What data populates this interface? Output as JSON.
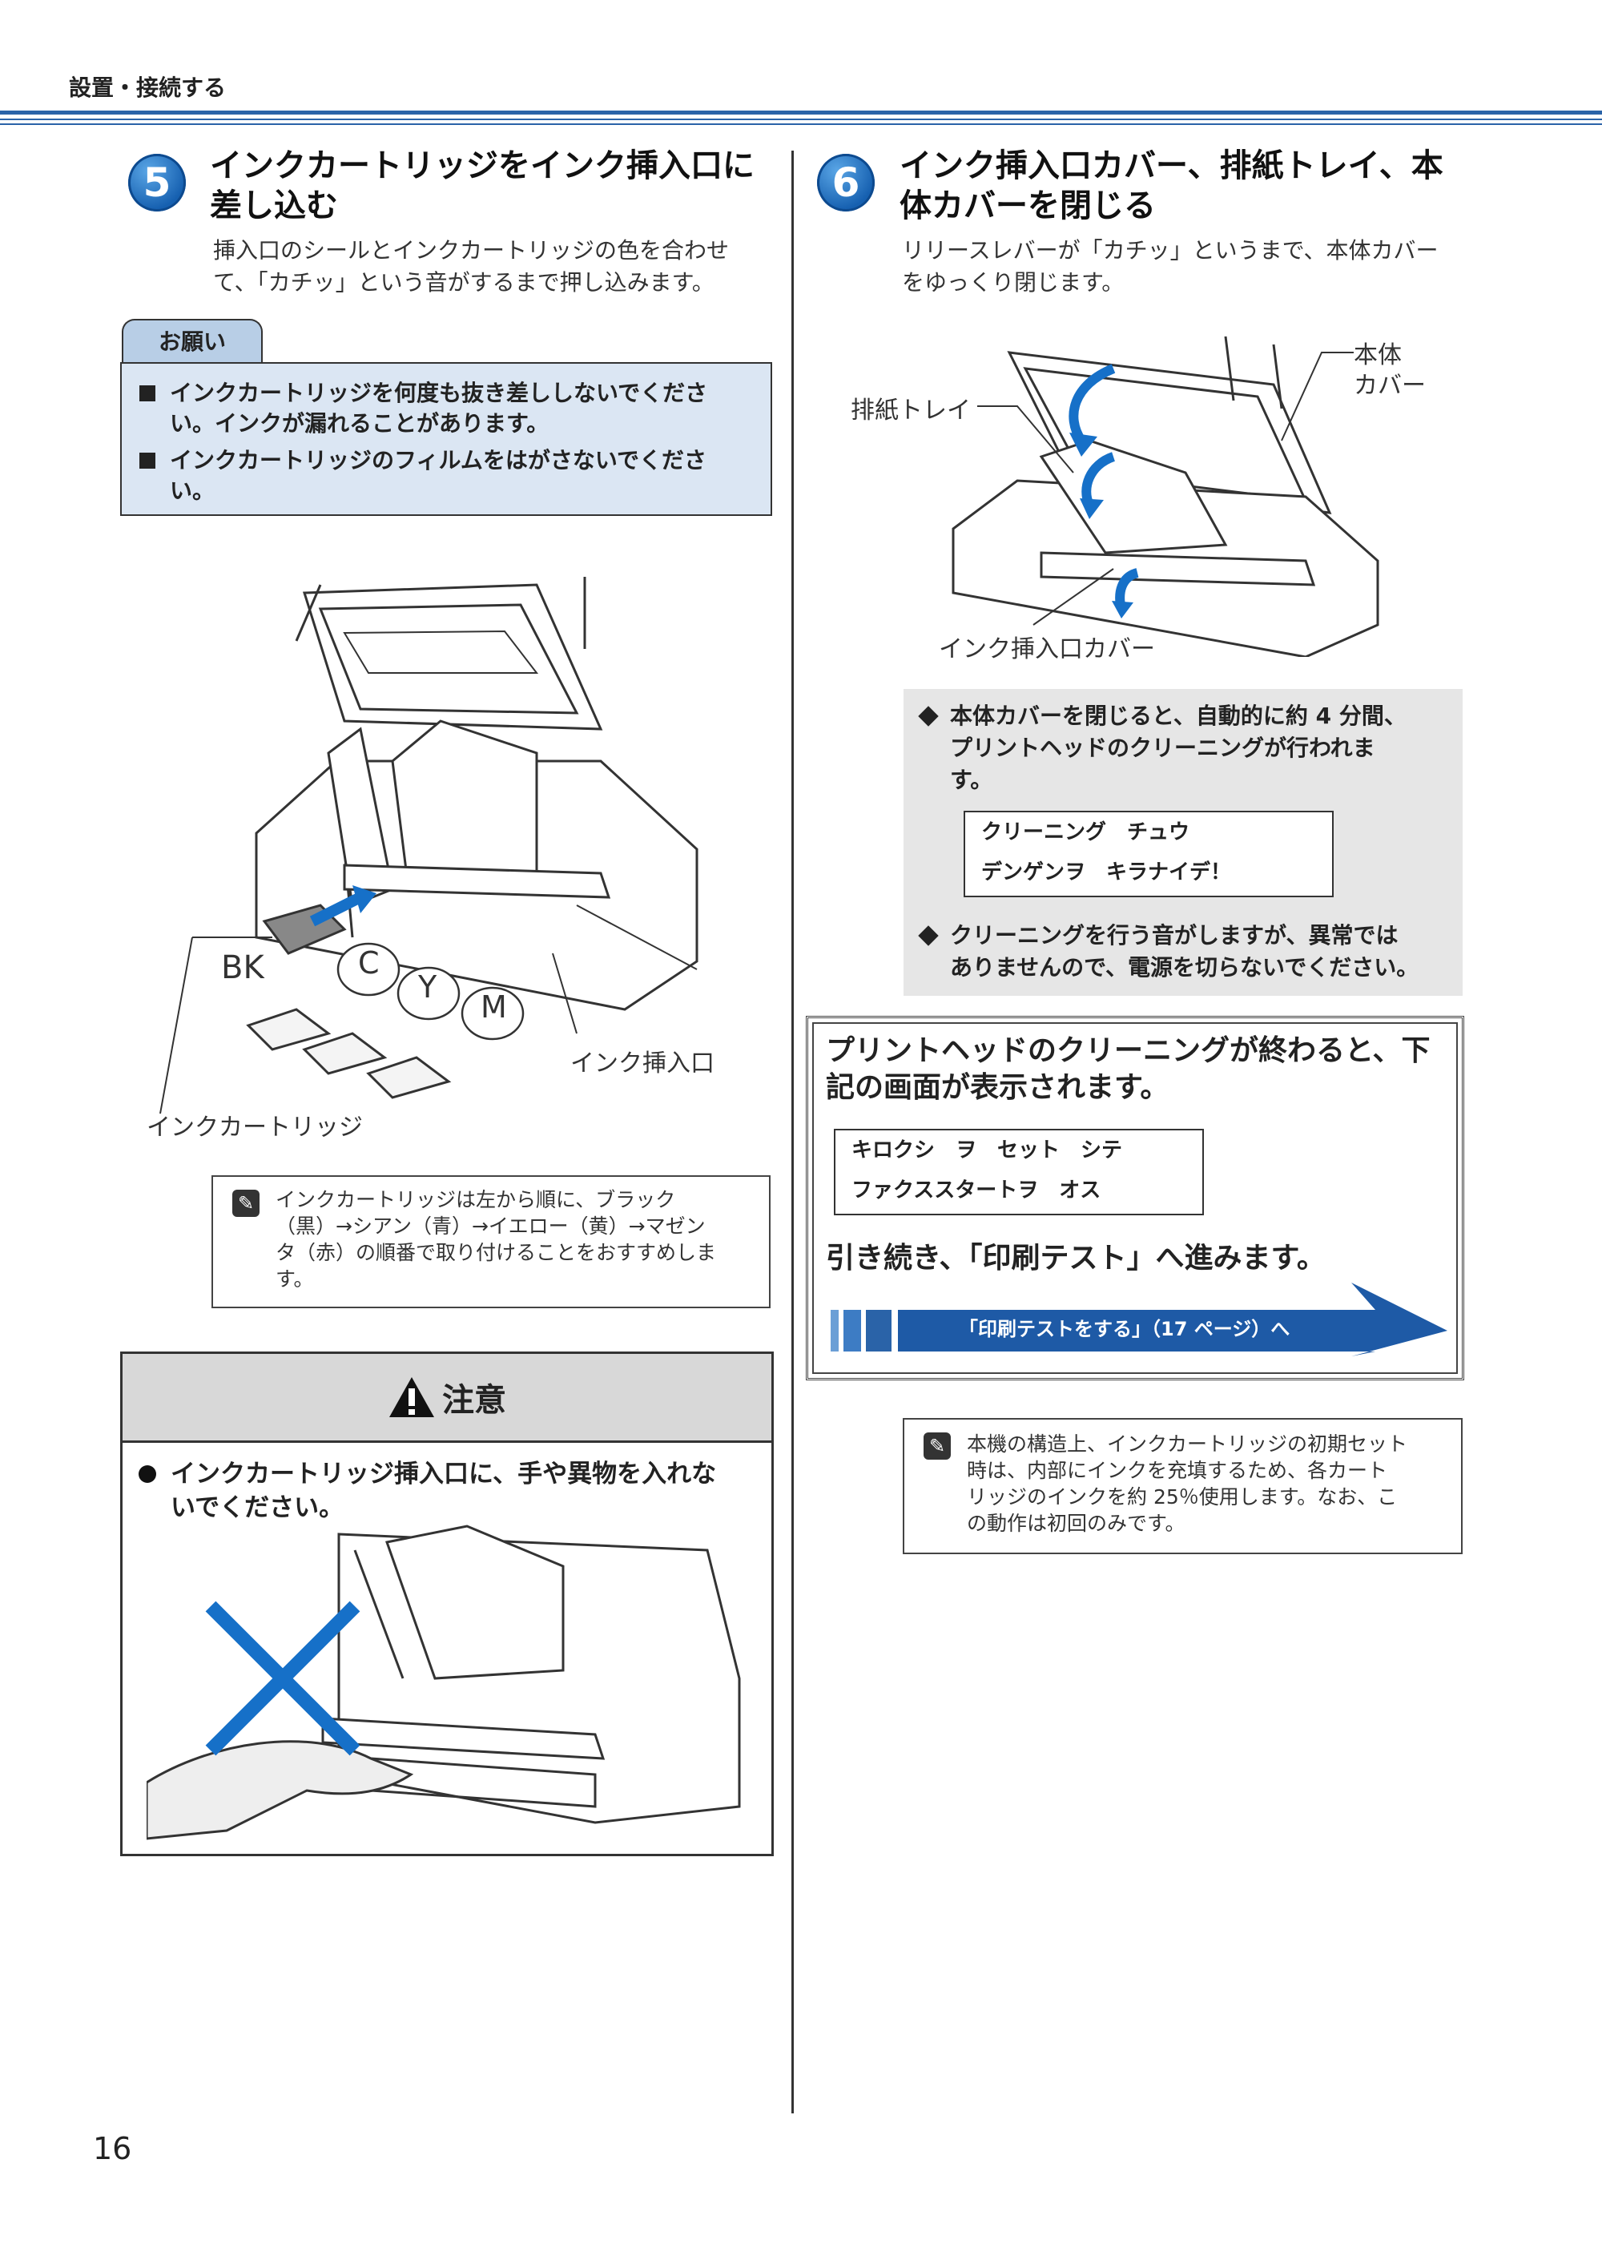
{
  "header": {
    "section": "設置・接続する"
  },
  "page_number": "16",
  "colors": {
    "accent_blue": "#2a63a8",
    "request_tab": "#b8cee6",
    "request_bg": "#dbe6f3",
    "caution_bg": "#d8d8d8",
    "panel_gray": "#e6e6e6",
    "arrow_blue": "#1670c8"
  },
  "step5": {
    "number": "5",
    "title_line1": "インクカートリッジをインク挿入口に",
    "title_line2": "差し込む",
    "desc_line1": "挿入口のシールとインクカートリッジの色を合わせ",
    "desc_line2": "て、「カチッ」という音がするまで押し込みます。",
    "request": {
      "tab": "お願い",
      "items": [
        {
          "line1": "インクカートリッジを何度も抜き差ししないでくださ",
          "line2": "い。インクが漏れることがあります。"
        },
        {
          "line1": "インクカートリッジのフィルムをはがさないでくださ",
          "line2": "い。"
        }
      ]
    },
    "figure_labels": {
      "bk": "BK",
      "c": "C",
      "y": "Y",
      "m": "M",
      "slot": "インク挿入口",
      "cartridge": "インクカートリッジ"
    },
    "note": {
      "icon": "note-icon",
      "line1": "インクカートリッジは左から順に、ブラック",
      "line2": "（黒）→シアン（青）→イエロー（黄）→マゼン",
      "line3": "タ（赤）の順番で取り付けることをおすすめしま",
      "line4": "す。"
    },
    "caution": {
      "title": "注意",
      "line1": "インクカートリッジ挿入口に、手や異物を入れな",
      "line2": "いでください。"
    }
  },
  "step6": {
    "number": "6",
    "title_line1": "インク挿入口カバー、排紙トレイ、本",
    "title_line2": "体カバーを閉じる",
    "desc_line1": "リリースレバーが「カチッ」というまで、本体カバー",
    "desc_line2": "をゆっくり閉じます。",
    "figure_labels": {
      "cover_line1": "本体",
      "cover_line2": "カバー",
      "tray": "排紙トレイ",
      "ink_cover": "インク挿入口カバー"
    },
    "panel": {
      "item1_line1": "本体カバーを閉じると、自動的に約 4 分間、",
      "item1_line2": "プリントヘッドのクリーニングが行われま",
      "item1_line3": "す。",
      "lcd_line1": "クリーニング　チュウ",
      "lcd_line2": "デンゲンヲ　キラナイデ！",
      "item2_line1": "クリーニングを行う音がしますが、異常では",
      "item2_line2": "ありませんので、電源を切らないでください。"
    },
    "result": {
      "line1": "プリントヘッドのクリーニングが終わると、下",
      "line2": "記の画面が表示されます。",
      "lcd_line1": "キロクシ　ヲ　セット　シテ",
      "lcd_line2": "ファクススタートヲ　オス",
      "next": "引き続き、「印刷テスト」へ進みます。",
      "link": "「印刷テストをする」（17 ページ）へ"
    },
    "note": {
      "icon": "note-icon",
      "line1": "本機の構造上、インクカートリッジの初期セット",
      "line2": "時は、内部にインクを充填するため、各カート",
      "line3": "リッジのインクを約 25％使用します。なお、こ",
      "line4": "の動作は初回のみです。"
    }
  }
}
